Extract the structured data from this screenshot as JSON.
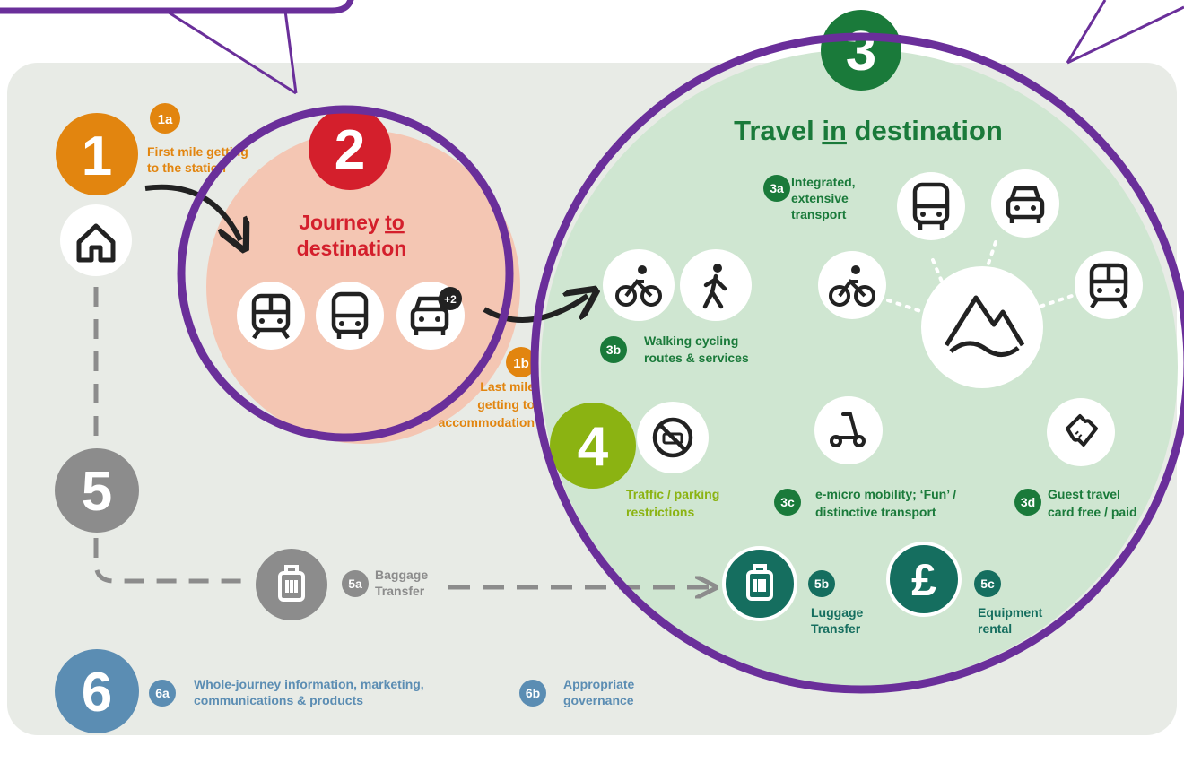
{
  "colors": {
    "panel_bg": "#e8ebe6",
    "orange": "#e2850f",
    "red": "#d41f2c",
    "dark_green": "#1a7a3a",
    "light_green_bg": "#cfe6d1",
    "lime": "#8bb312",
    "gray": "#8c8c8c",
    "blue": "#5b8db3",
    "teal": "#156e5f",
    "peach": "#f4c6b3",
    "purple": "#6a2f9a",
    "arrow": "#222222"
  },
  "step1": {
    "number": "1",
    "sub_badge": "1a",
    "sub_label_line1": "First mile getting",
    "sub_label_line2": "to the station",
    "home_icon": "house-icon"
  },
  "step2": {
    "number": "2",
    "title_line1_before": "Journey ",
    "title_line1_underlined": "to",
    "title_line2": "destination",
    "icons": [
      "train-icon",
      "bus-icon",
      "car-icon"
    ],
    "car_badge": "+2",
    "partial_badge": "1b",
    "partial_line1": "Last mile",
    "partial_line2": "getting to",
    "partial_line3": "accommodation"
  },
  "step3": {
    "number": "3",
    "title_before": "Travel ",
    "title_underlined": "in",
    "title_after": " destination",
    "sub_3a_badge": "3a",
    "sub_3a_line1": "Integrated,",
    "sub_3a_line2": "extensive",
    "sub_3a_line3": "transport",
    "sub_3b_badge": "3b",
    "sub_3b_line1": "Walking cycling",
    "sub_3b_line2": "routes & services",
    "sub_3c_badge": "3c",
    "sub_3c_line1": "e-micro mobility; ‘Fun’ /",
    "sub_3c_line2": "distinctive  transport",
    "sub_3d_badge": "3d",
    "sub_3d_line1": "Guest travel",
    "sub_3d_line2": "card free / paid",
    "hub_icon": "mountain-icon"
  },
  "step4": {
    "number": "4",
    "label_line1": "Traffic / parking",
    "label_line2": "restrictions",
    "icon": "no-car-icon"
  },
  "step5": {
    "number": "5",
    "sub_5a_badge": "5a",
    "sub_5a_line1": "Baggage",
    "sub_5a_line2": "Transfer",
    "sub_5b_badge": "5b",
    "sub_5b_line1": "Luggage",
    "sub_5b_line2": "Transfer",
    "sub_5c_badge": "5c",
    "sub_5c_line1": "Equipment",
    "sub_5c_line2": "rental",
    "pound_symbol": "£"
  },
  "step6": {
    "number": "6",
    "sub_6a_badge": "6a",
    "sub_6a_line1": "Whole-journey information, marketing,",
    "sub_6a_line2": "communications & products",
    "sub_6b_badge": "6b",
    "sub_6b_line1": "Appropriate",
    "sub_6b_line2": "governance"
  }
}
